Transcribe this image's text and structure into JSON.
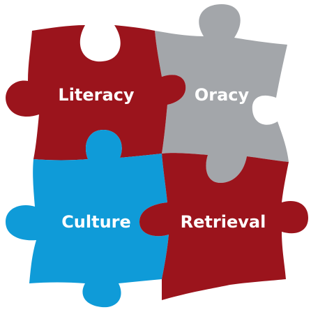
{
  "pieces": [
    {
      "id": "literacy",
      "label": "Literacy",
      "color": "#9b141c"
    },
    {
      "id": "oracy",
      "label": "Oracy",
      "color": "#a3a6aa"
    },
    {
      "id": "culture",
      "label": "Culture",
      "color": "#0f9bd8"
    },
    {
      "id": "retrieval",
      "label": "Retrieval",
      "color": "#9b141c"
    }
  ]
}
